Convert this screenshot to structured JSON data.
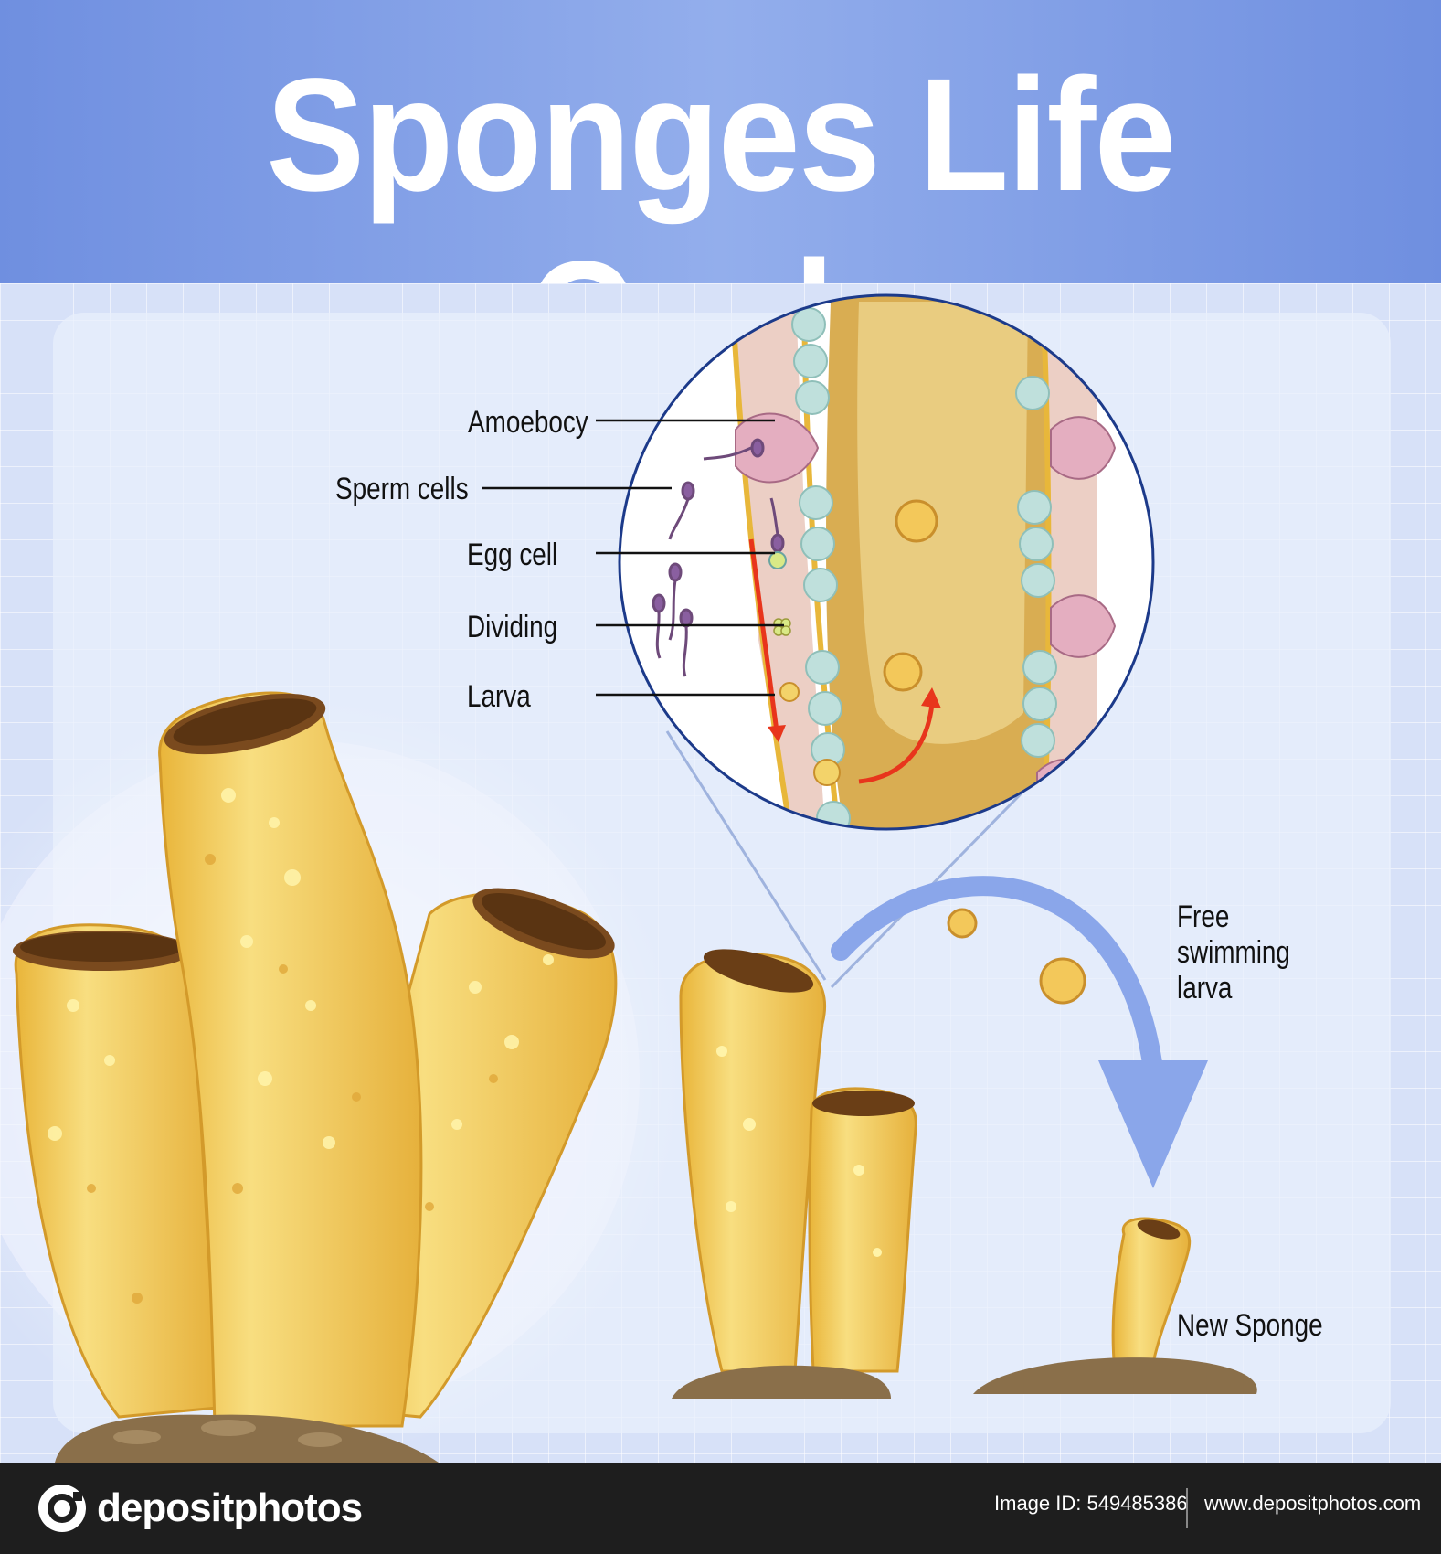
{
  "title": "Sponges Life Cycle",
  "labels": {
    "amoebocy": "Amoebocy",
    "sperm_cells": "Sperm cells",
    "egg_cell": "Egg cell",
    "dividing": "Dividing",
    "larva": "Larva",
    "free_swimming_1": "Free",
    "free_swimming_2": "swimming",
    "free_swimming_3": "larva",
    "new_sponge": "New Sponge"
  },
  "footer": {
    "logo": "depositphotos",
    "image_id": "Image ID: 549485386",
    "site": "www.depositphotos.com"
  },
  "colors": {
    "header_blue": "#7593e2",
    "sponge_yellow": "#f3d36a",
    "arrow_red": "#e8351c",
    "arrow_blue": "#8aa6ea"
  }
}
